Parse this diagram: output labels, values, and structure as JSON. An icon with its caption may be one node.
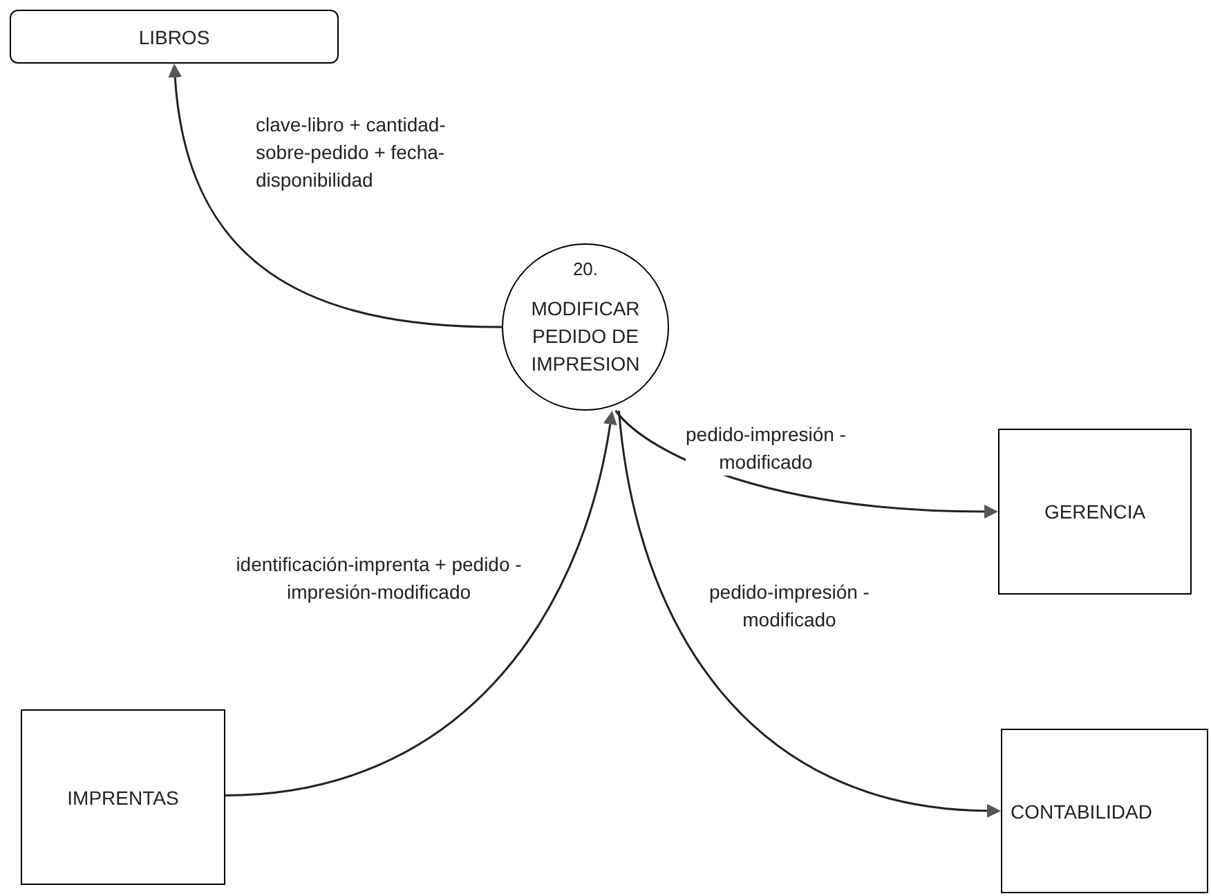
{
  "diagram": {
    "nodes": [
      {
        "text": [
          "LIBROS"
        ]
      },
      {
        "text": [
          "20.",
          "MODIFICAR PEDIDO DE IMPRESION"
        ]
      },
      {
        "text": [
          "GERENCIA"
        ]
      },
      {
        "text": [
          "IMPRENTAS"
        ]
      },
      {
        "text": [
          "CONTABILIDAD"
        ]
      }
    ],
    "edges": [
      {
        "from": 1,
        "to": 0,
        "arrow": "to",
        "label": "clave-libro + cantidad- sobre-pedido + fecha- disponibilidad"
      },
      {
        "from": 1,
        "to": 2,
        "arrow": "to",
        "label": "pedido-impresión -modificado"
      },
      {
        "from": 3,
        "to": 1,
        "arrow": "to",
        "label": "identificación-imprenta + pedido -impresión-modificado"
      },
      {
        "from": 1,
        "to": 4,
        "arrow": "to",
        "label": "pedido-impresión -modificado"
      }
    ]
  }
}
